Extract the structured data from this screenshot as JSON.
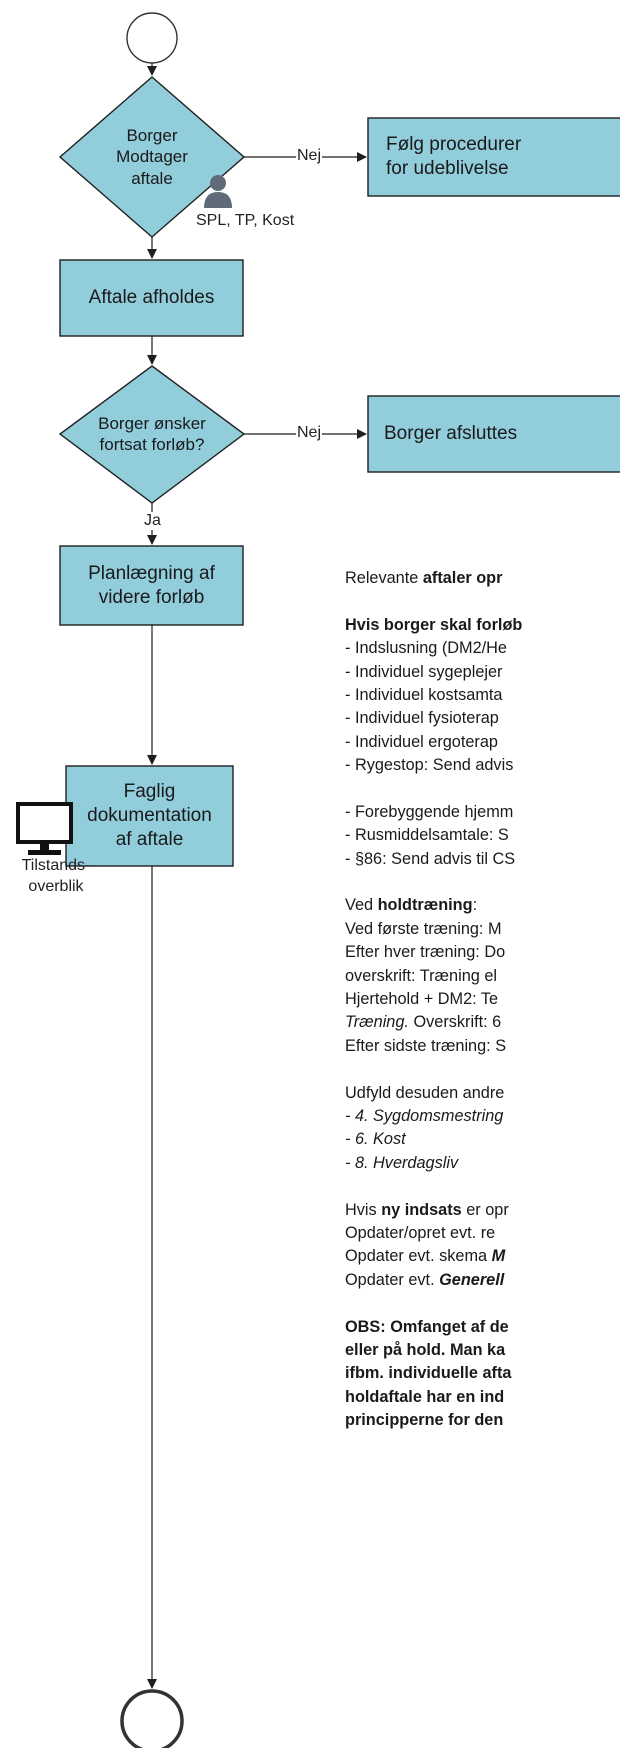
{
  "flow": {
    "decision_receives": "Borger\nModtager\naftale",
    "role_label": "SPL, TP, Kost",
    "no_label_1": "Nej",
    "box_procedure": "Følg procedurer\nfor udeblivelse",
    "box_held": "Aftale afholdes",
    "decision_continue": "Borger ønsker\nfortsat forløb?",
    "no_label_2": "Nej",
    "box_ends": "Borger afsluttes",
    "yes_label": "Ja",
    "box_planning": "Planlægning af\nvidere forløb",
    "box_documentation": "Faglig\ndokumentation\naf aftale",
    "computer_label": "Tilstands-\noverblik"
  },
  "notes": {
    "l01": [
      "Relevante ",
      "aftaler opr"
    ],
    "l02": "Hvis borger skal forløb",
    "l03": "- Indslusning (DM2/He",
    "l04": "- Individuel sygeplejer",
    "l05": "- Individuel kostsamta",
    "l06": "- Individuel fysioterap",
    "l07": "- Individuel ergoterap",
    "l08": "- Rygestop: Send advis",
    "l09": "- Forebyggende hjemm",
    "l10": "- Rusmiddelsamtale: S",
    "l11": "- §86: Send advis til CS",
    "l12": [
      "Ved ",
      "holdtræning",
      ":"
    ],
    "l13": "Ved første træning: M",
    "l14": "Efter hver træning: Do",
    "l15": "overskrift: Træning el",
    "l16": "Hjertehold + DM2: Te",
    "l17": [
      "Træning.",
      " Overskrift: 6"
    ],
    "l18": "Efter sidste træning: S",
    "l19": "Udfyld desuden andre",
    "l20": "- 4. Sygdomsmestring",
    "l21": "- 6. Kost",
    "l22": "- 8. Hverdagsliv",
    "l23": [
      "Hvis ",
      "ny indsats",
      " er opr"
    ],
    "l24": "Opdater/opret evt. re",
    "l25": [
      "Opdater evt. skema ",
      "M"
    ],
    "l26": [
      "Opdater evt. ",
      "Generell"
    ],
    "l27": "OBS: Omfanget af de",
    "l28": "eller på hold. Man ka",
    "l29": "ifbm. individuelle afta",
    "l30": "holdaftale har en ind",
    "l31": "principperne for den"
  },
  "colors": {
    "fill": "#92cddc",
    "stroke": "#1f1f1f",
    "person": "#5f6b78"
  }
}
